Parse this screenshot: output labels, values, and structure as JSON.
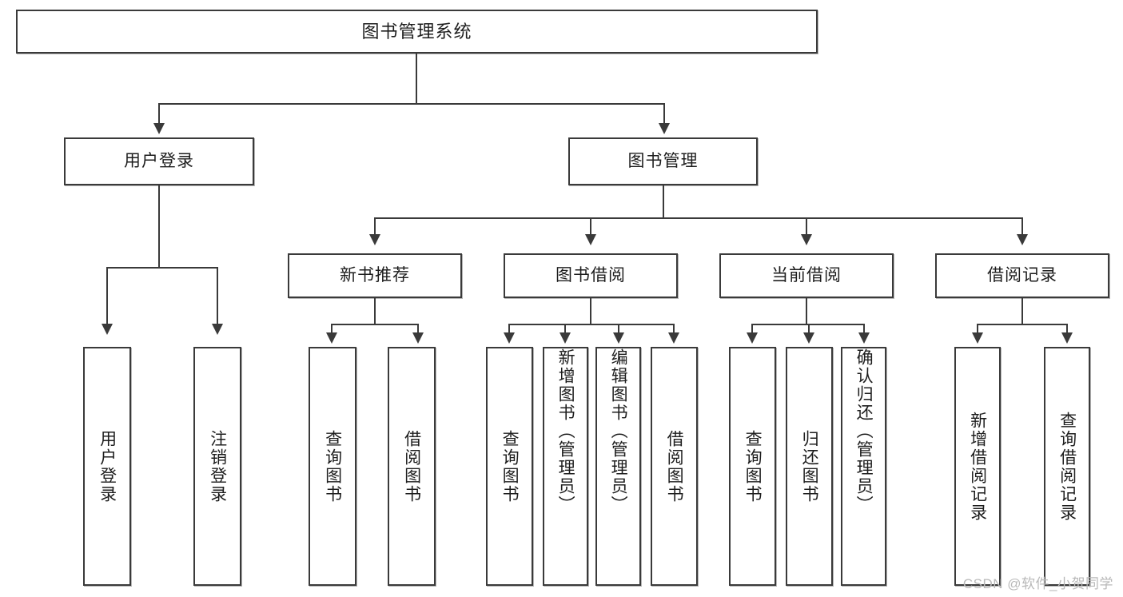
{
  "diagram": {
    "title": "图书管理系统",
    "type": "tree",
    "watermark": "CSDN @软件_小贺同学",
    "colors": {
      "box_border": "#3a3a3a",
      "box_fill": "#ffffff",
      "connector": "#3a3a3a",
      "text": "#1d1d1d",
      "watermark": "#b9b9b9",
      "background": "#ffffff"
    },
    "root": {
      "label": "图书管理系统"
    },
    "level2": [
      {
        "label": "用户登录"
      },
      {
        "label": "图书管理"
      }
    ],
    "level3": [
      {
        "label": "新书推荐"
      },
      {
        "label": "图书借阅"
      },
      {
        "label": "当前借阅"
      },
      {
        "label": "借阅记录"
      }
    ],
    "leaves": {
      "user_login": [
        {
          "label": "用户登录"
        },
        {
          "label": "注销登录"
        }
      ],
      "new_book_recommend": [
        {
          "label": "查询图书"
        },
        {
          "label": "借阅图书"
        }
      ],
      "book_borrow": [
        {
          "label": "查询图书"
        },
        {
          "label": "新增图书（管理员）"
        },
        {
          "label": "编辑图书（管理员）"
        },
        {
          "label": "借阅图书"
        }
      ],
      "current_borrow": [
        {
          "label": "查询图书"
        },
        {
          "label": "归还图书"
        },
        {
          "label": "确认归还（管理员）"
        }
      ],
      "borrow_record": [
        {
          "label": "新增借阅记录"
        },
        {
          "label": "查询借阅记录"
        }
      ]
    }
  }
}
